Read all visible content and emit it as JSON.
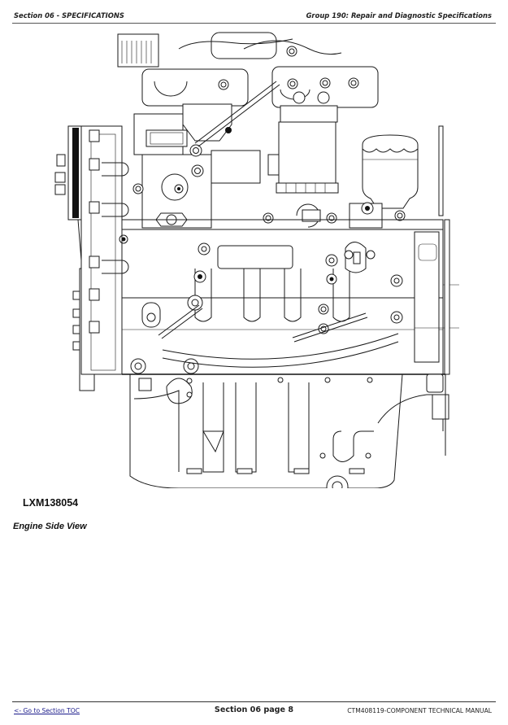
{
  "header": {
    "section": "Section 06 - SPECIFICATIONS",
    "group": "Group 190: Repair and Diagnostic Specifications"
  },
  "figure": {
    "id": "LXM138054",
    "caption": "Engine Side View",
    "illustration": "engine-side-view-line-drawing"
  },
  "footer": {
    "toc_link": "<- Go to Section TOC",
    "page": "Section 06 page 8",
    "manual": "CTM408119-COMPONENT TECHNICAL MANUAL"
  }
}
